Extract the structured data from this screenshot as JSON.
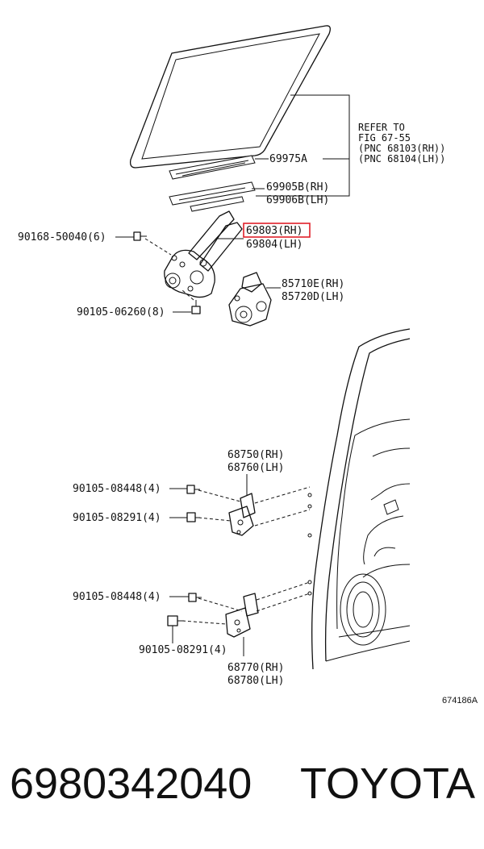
{
  "callouts": {
    "refer_to": [
      "REFER TO",
      "FIG 67-55",
      "(PNC 68103(RH))",
      "(PNC 68104(LH))"
    ],
    "p69975a": "69975A",
    "p69905b": "69905B(RH)",
    "p69906b": "69906B(LH)",
    "p90168": "90168-50040(6)",
    "p69803": "69803(RH)",
    "p69804": "69804(LH)",
    "p85710e": "85710E(RH)",
    "p85720d": "85720D(LH)",
    "p90105_06260": "90105-06260(8)",
    "p68750": "68750(RH)",
    "p68760": "68760(LH)",
    "p90105_08448_a": "90105-08448(4)",
    "p90105_08291_a": "90105-08291(4)",
    "p90105_08448_b": "90105-08448(4)",
    "p90105_08291_b": "90105-08291(4)",
    "p68770": "68770(RH)",
    "p68780": "68780(LH)",
    "figure_number": "674186A"
  },
  "footer": {
    "part_number": "6980342040",
    "brand": "TOYOTA"
  },
  "colors": {
    "highlight": "#e0202a",
    "line": "#111111"
  }
}
